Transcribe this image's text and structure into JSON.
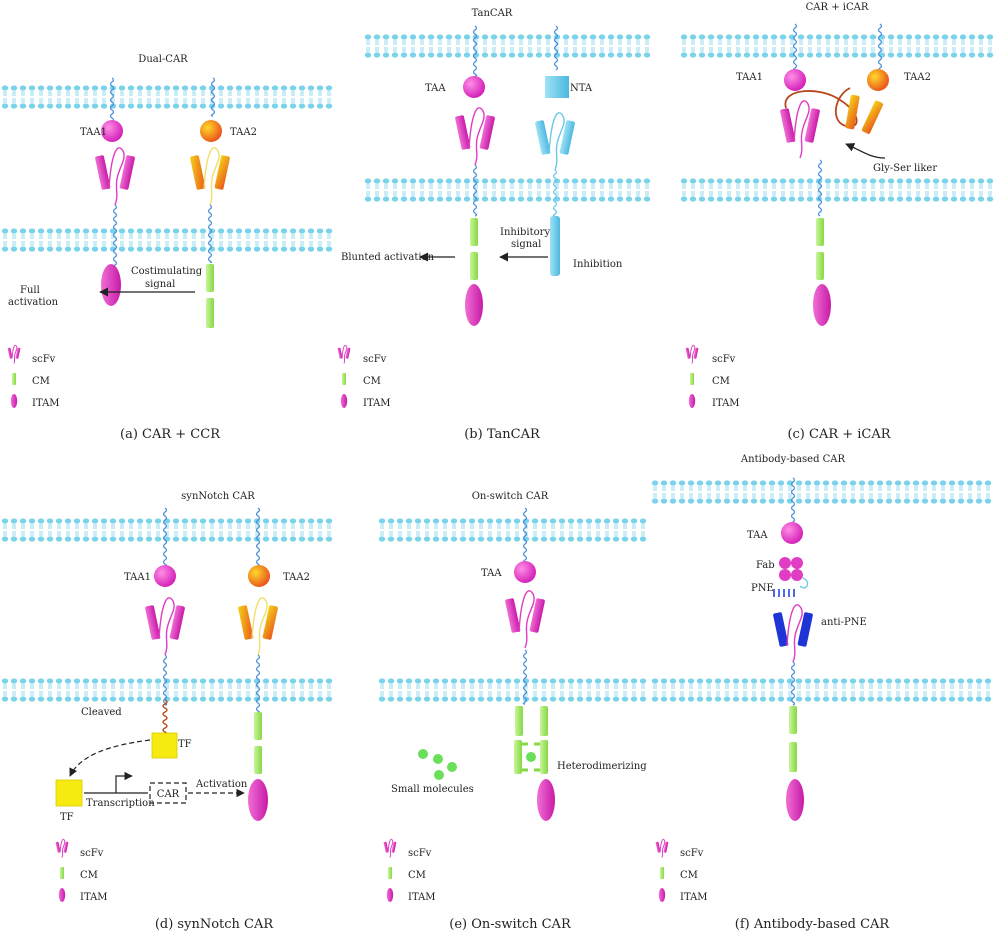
{
  "panels": {
    "a": {
      "header": "Dual-CAR",
      "caption": "(a)  CAR + CCR",
      "taa1": "TAA1",
      "taa2": "TAA2",
      "signal_line1": "Costimulating",
      "signal_line2": "signal",
      "outcome_line1": "Full",
      "outcome_line2": "activation"
    },
    "b": {
      "header": "TanCAR",
      "caption": "(b)  TanCAR",
      "taa": "TAA",
      "nta": "NTA",
      "signal_line1": "Inhibitory",
      "signal_line2": "signal",
      "outcome": "Blunted activation",
      "inhibition": "Inhibition"
    },
    "c": {
      "header": "CAR + iCAR",
      "caption": "(c)  CAR + iCAR",
      "taa1": "TAA1",
      "taa2": "TAA2",
      "linker": "Gly-Ser liker"
    },
    "d": {
      "header": "synNotch CAR",
      "caption": "(d)  synNotch CAR",
      "taa1": "TAA1",
      "taa2": "TAA2",
      "cleaved": "Cleaved",
      "tf_top": "TF",
      "tf_bottom": "TF",
      "transcription": "Transcription",
      "car_box": "CAR",
      "activation": "Activation"
    },
    "e": {
      "header": "On-switch CAR",
      "caption": "(e)  On-switch CAR",
      "taa": "TAA",
      "small_molecules": "Small molecules",
      "heterodimerizing": "Heterodimerizing"
    },
    "f": {
      "header": "Antibody-based CAR",
      "caption": "(f)  Antibody-based CAR",
      "taa": "TAA",
      "fab": "Fab",
      "pne": "PNE",
      "anti_pne": "anti-PNE"
    }
  },
  "legend": {
    "scfv": "scFv",
    "cm": "CM",
    "itam": "ITAM"
  },
  "colors": {
    "membrane": "#7ad3ea",
    "scfv": "#e03cc4",
    "cm": "#a6ec64",
    "itam": "#e83cc8",
    "taa2": "#f59a1c",
    "nta": "#6ac8e8",
    "tf": "#f6ea10",
    "anti_pne": "#1e34d4",
    "linker": "#b5471a",
    "tether": "#4a8ed8"
  },
  "icons": [
    "scfv-icon",
    "cm-icon",
    "itam-icon",
    "membrane-icon",
    "arrow-icon"
  ]
}
